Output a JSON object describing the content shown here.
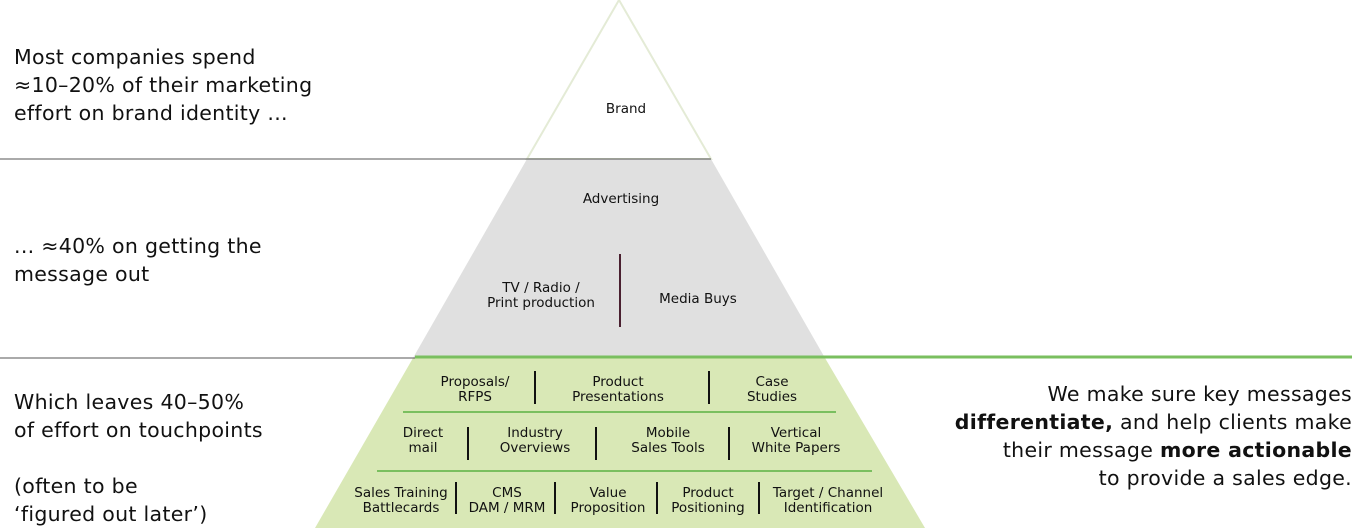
{
  "left_text": [
    "Most companies spend\n≈10–20% of their marketing\neffort on brand identity ...",
    "... ≈40% on getting the\nmessage out",
    "Which leaves 40–50%\nof effort on touchpoints\n\n(often to be\n‘figured out later’)"
  ],
  "pyramid": {
    "brand": "Brand",
    "advertising": "Advertising",
    "tv_radio": "TV / Radio /\nPrint production",
    "media_buys": "Media Buys",
    "row1": [
      "Proposals/\nRFPS",
      "Product\nPresentations",
      "Case\nStudies"
    ],
    "row2": [
      "Direct\nmail",
      "Industry\nOverviews",
      "Mobile\nSales Tools",
      "Vertical\nWhite Papers"
    ],
    "row3": [
      "Sales Training\nBattlecards",
      "CMS\nDAM / MRM",
      "Value\nProposition",
      "Product\nPositioning",
      "Target / Channel\nIdentification"
    ]
  },
  "right_text": {
    "line1": "We make sure key messages",
    "bold1": "differentiate,",
    "line2": " and help clients make",
    "line3a": "their message ",
    "bold2": "more actionable",
    "line4": "to provide a sales edge."
  },
  "colors": {
    "green": "#7abf5f",
    "light_green": "#d9e8b6",
    "gray": "#e0e0e0",
    "divider": "#555555"
  }
}
